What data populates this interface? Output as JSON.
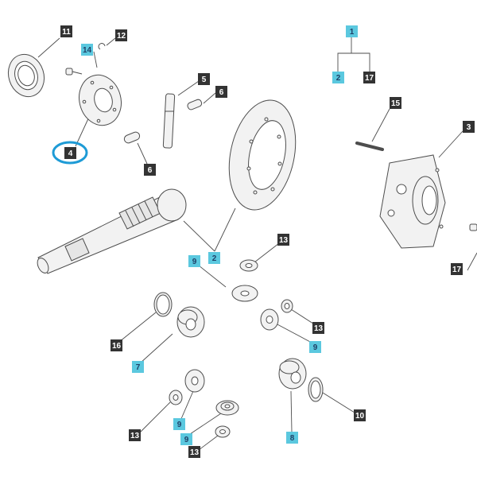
{
  "colors": {
    "dark_tag": "#333333",
    "light_tag": "#5bc8df",
    "highlight": "#1e9bd6",
    "line": "#4d4d4d",
    "part_fill": "#f2f2f2",
    "tag_text_dark": "#ffffff",
    "tag_text_light": "#1f3f66"
  },
  "highlighted_part": "4",
  "labels": [
    {
      "id": "11",
      "style": "dark"
    },
    {
      "id": "12",
      "style": "dark"
    },
    {
      "id": "14",
      "style": "light"
    },
    {
      "id": "4",
      "style": "dark"
    },
    {
      "id": "5",
      "style": "dark"
    },
    {
      "id": "6a",
      "text": "6",
      "style": "dark"
    },
    {
      "id": "6b",
      "text": "6",
      "style": "dark"
    },
    {
      "id": "1",
      "style": "light"
    },
    {
      "id": "2a",
      "text": "2",
      "style": "light"
    },
    {
      "id": "17a",
      "text": "17",
      "style": "dark"
    },
    {
      "id": "15",
      "style": "dark"
    },
    {
      "id": "3",
      "style": "dark"
    },
    {
      "id": "17b",
      "text": "17",
      "style": "dark"
    },
    {
      "id": "2b",
      "text": "2",
      "style": "light"
    },
    {
      "id": "9a",
      "text": "9",
      "style": "light"
    },
    {
      "id": "13a",
      "text": "13",
      "style": "dark"
    },
    {
      "id": "13b",
      "text": "13",
      "style": "dark"
    },
    {
      "id": "9b",
      "text": "9",
      "style": "light"
    },
    {
      "id": "16",
      "style": "dark"
    },
    {
      "id": "7",
      "style": "light"
    },
    {
      "id": "10",
      "style": "dark"
    },
    {
      "id": "9c",
      "text": "9",
      "style": "light"
    },
    {
      "id": "9d",
      "text": "9",
      "style": "light"
    },
    {
      "id": "13c",
      "text": "13",
      "style": "dark"
    },
    {
      "id": "13d",
      "text": "13",
      "style": "dark"
    },
    {
      "id": "8",
      "style": "light"
    }
  ]
}
